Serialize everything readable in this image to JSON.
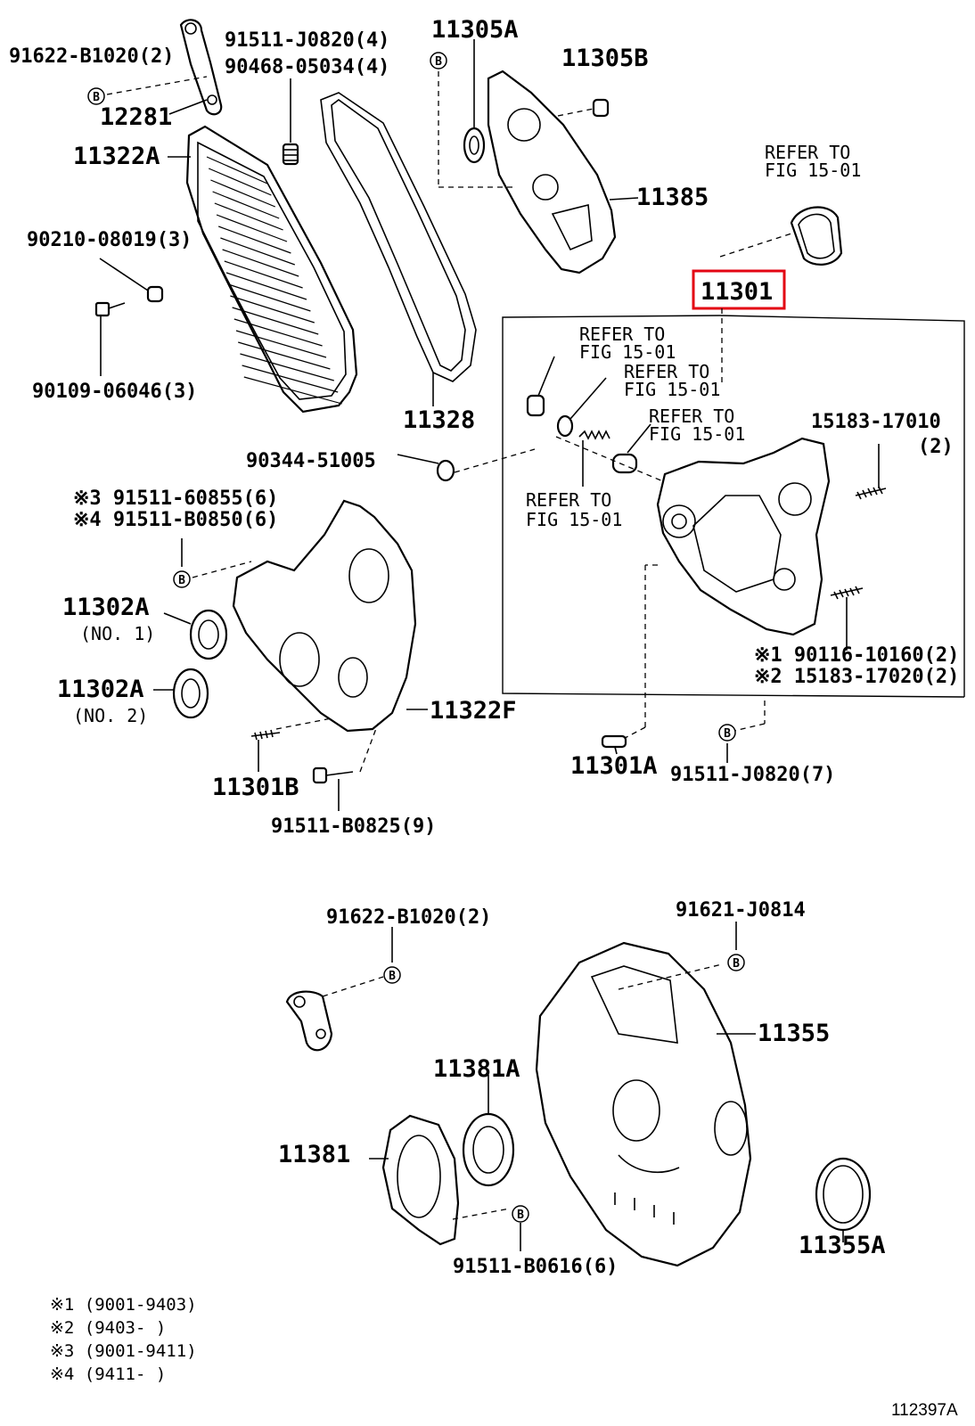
{
  "labels": {
    "p91622_b1020_top": "91622-B1020(2)",
    "p91511_j0820_4": "91511-J0820(4)",
    "p90468_05034": "90468-05034(4)",
    "p11305a": "11305A",
    "p11305b": "11305B",
    "p12281": "12281",
    "p11322a": "11322A",
    "p11385": "11385",
    "refer1": "REFER TO",
    "refer1b": "FIG 15-01",
    "p90210_08019": "90210-08019(3)",
    "p11301": "11301",
    "refer2": "REFER TO",
    "refer2b": "FIG 15-01",
    "refer3": "REFER TO",
    "refer3b": "FIG 15-01",
    "refer4": "REFER TO",
    "refer4b": "FIG 15-01",
    "refer5": "REFER TO",
    "refer5b": "FIG 15-01",
    "p90109_06046": "90109-06046(3)",
    "p11328": "11328",
    "p15183_17010": "15183-17010",
    "p15183_17010_qty": "(2)",
    "p90344_51005": "90344-51005",
    "p91511_60855": "※3 91511-60855(6)",
    "p91511_b0850": "※4 91511-B0850(6)",
    "p11302a_1": "11302A",
    "p11302a_1_note": "(NO. 1)",
    "p11302a_2": "11302A",
    "p11302a_2_note": "(NO. 2)",
    "p90116_10160": "※1 90116-10160(2)",
    "p15183_17020": "※2 15183-17020(2)",
    "p11322f": "11322F",
    "p11301a": "11301A",
    "p91511_j0820_7": "91511-J0820(7)",
    "p11301b": "11301B",
    "p91511_b0825": "91511-B0825(9)",
    "p91622_b1020_bot": "91622-B1020(2)",
    "p91621_j0814": "91621-J0814",
    "p11355": "11355",
    "p11381a": "11381A",
    "p11381": "11381",
    "p11355a": "11355A",
    "p91511_b0616": "91511-B0616(6)",
    "bolt_symbol": "B"
  },
  "footnotes": [
    "※1 (9001-9403)",
    "※2 (9403-     )",
    "※3 (9001-9411)",
    "※4 (9411-     )"
  ],
  "figure_id": "112397A",
  "colors": {
    "highlight": "#e30613",
    "ink": "#000000"
  }
}
